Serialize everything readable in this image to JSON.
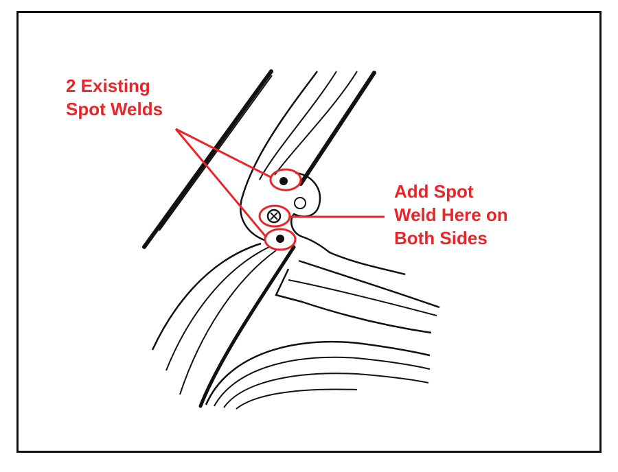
{
  "callouts": {
    "existing": {
      "lines": [
        "2 Existing",
        "Spot Welds"
      ]
    },
    "add": {
      "lines": [
        "Add Spot",
        "Weld Here on",
        "Both Sides"
      ]
    }
  },
  "colors": {
    "callout": "#e8262a",
    "linework": "#111111",
    "background": "#ffffff"
  }
}
